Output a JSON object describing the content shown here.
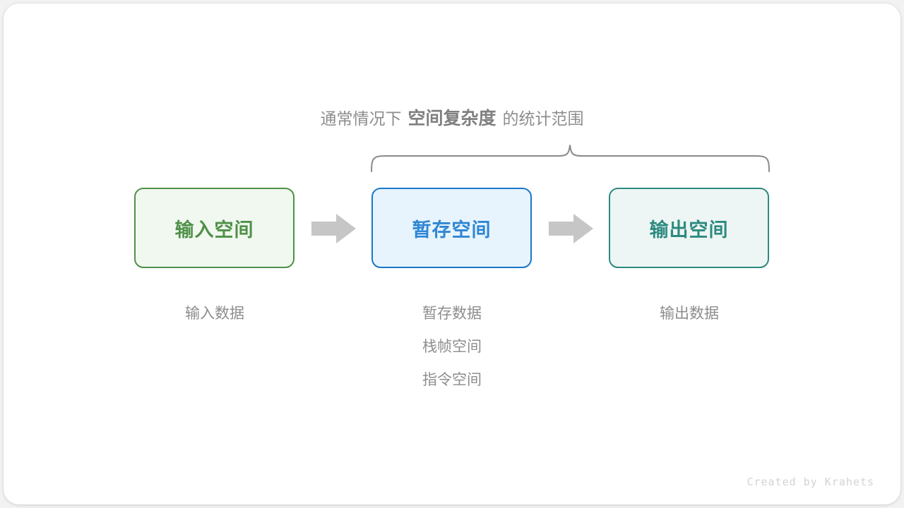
{
  "canvas": {
    "background": "#f2f2f3",
    "card_background": "#ffffff"
  },
  "caption": {
    "prefix": "通常情况下",
    "emphasis": "空间复杂度",
    "suffix": "的统计范围",
    "color": "#8d8d8d",
    "emphasis_color": "#808080"
  },
  "brace": {
    "name": "curly-brace",
    "color": "#8a8a8a",
    "spans_boxes": [
      "暂存空间",
      "输出空间"
    ]
  },
  "boxes": [
    {
      "label": "输入空间",
      "sublabels": [
        "输入数据"
      ],
      "accent": "#4f9149",
      "fill": "#f1f8f0",
      "text_color": "#4f9149"
    },
    {
      "label": "暂存空间",
      "sublabels": [
        "暂存数据",
        "栈帧空间",
        "指令空间"
      ],
      "accent": "#1878c8",
      "fill": "#e8f4fd",
      "text_color": "#2f86d4"
    },
    {
      "label": "输出空间",
      "sublabels": [
        "输出数据"
      ],
      "accent": "#2d8a80",
      "fill": "#edf6f4",
      "text_color": "#2d8a80"
    }
  ],
  "arrows": {
    "name": "right-block-arrow",
    "color": "#c6c6c6",
    "count": 2
  },
  "credit": {
    "text": "Created by Krahets",
    "color": "#d3d3d3"
  }
}
